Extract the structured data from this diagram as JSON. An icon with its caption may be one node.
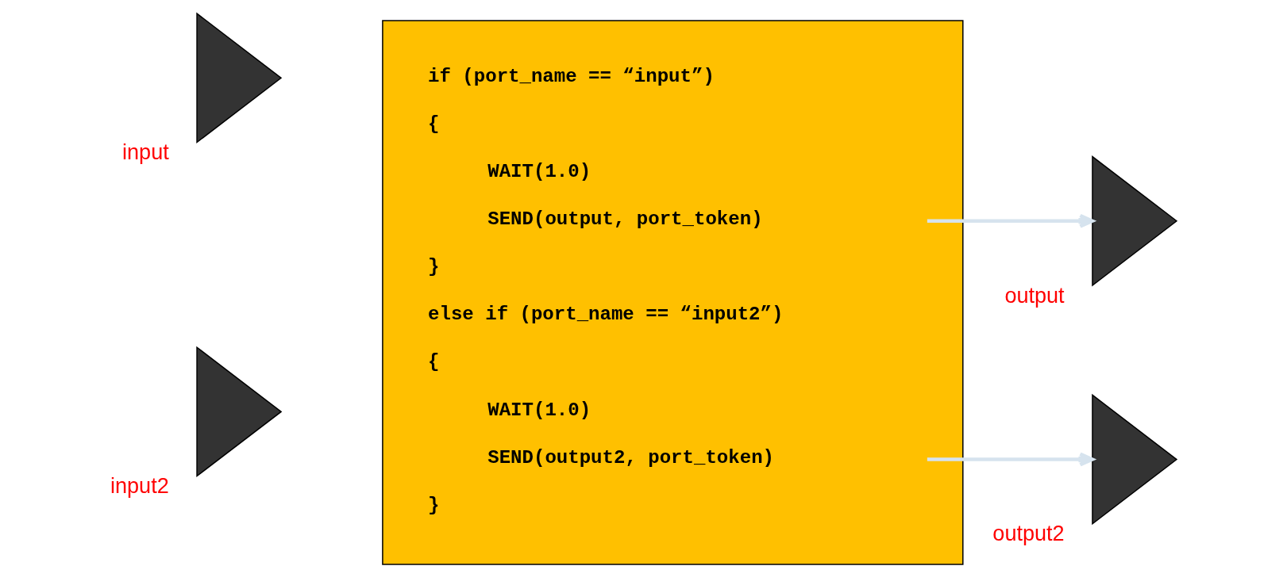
{
  "diagram": {
    "nodes": [
      {
        "text": [],
        "shape": "box"
      },
      {
        "text": [],
        "shape": "triangle",
        "beside": [
          "input"
        ]
      },
      {
        "text": [
          "SEND(output, port_token)"
        ],
        "in": 0
      },
      {
        "text": [],
        "shape": "triangle",
        "beside": [
          "output"
        ]
      },
      {
        "text": [],
        "shape": "triangle",
        "beside": [
          "input2"
        ]
      },
      {
        "text": [
          "SEND(output2, port_token)"
        ],
        "in": 0
      },
      {
        "text": [],
        "shape": "triangle",
        "beside": [
          "output2"
        ]
      }
    ],
    "edges": [
      {
        "from": 2,
        "to": 3,
        "arrow": "to"
      },
      {
        "from": 5,
        "to": 6,
        "arrow": "to"
      }
    ],
    "labels": [
      "if (port_name == “input”)",
      "{",
      "WAIT(1.0)",
      "}",
      "else if (port_name == “input2”)",
      "{",
      "WAIT(1.0)",
      "}"
    ]
  }
}
